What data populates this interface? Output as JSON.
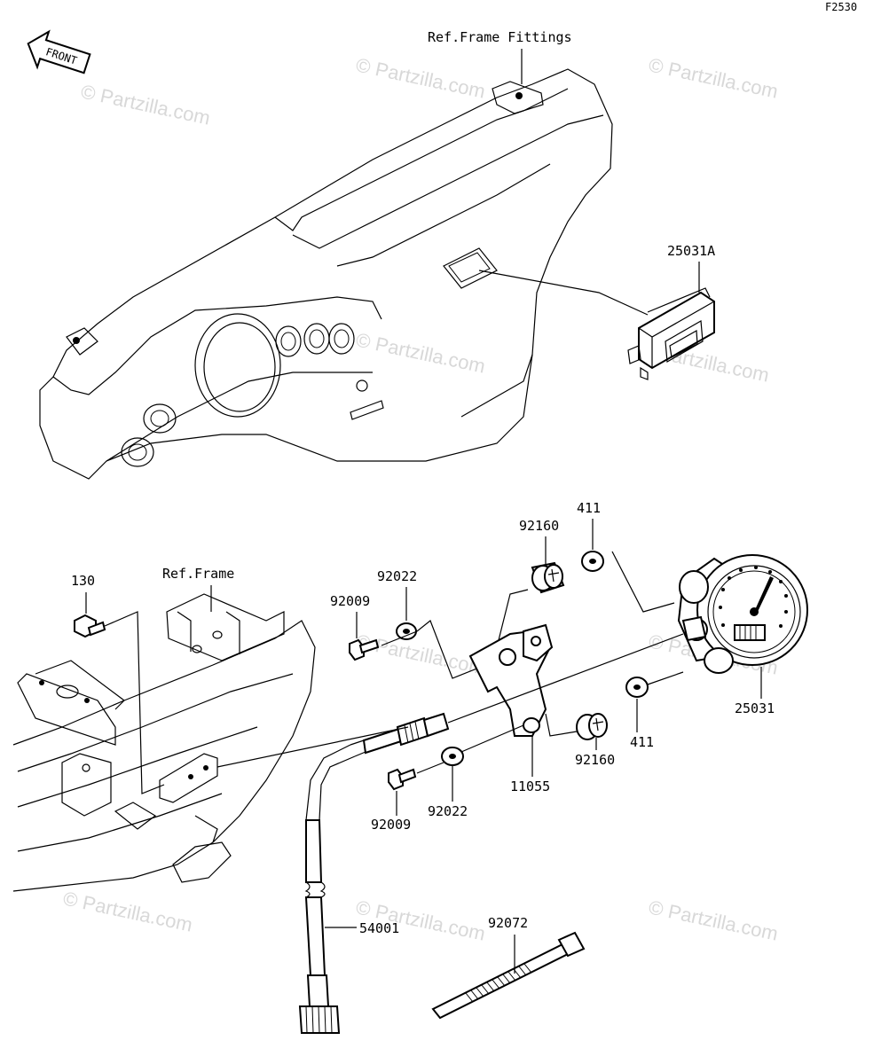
{
  "figure_code": "F2530",
  "front_arrow": "FRONT",
  "refs": {
    "frame_fittings": "Ref.Frame Fittings",
    "frame": "Ref.Frame"
  },
  "parts": {
    "p25031A": "25031A",
    "p130": "130",
    "p92009_top": "92009",
    "p92022_top": "92022",
    "p92160_top": "92160",
    "p411_top": "411",
    "p25031": "25031",
    "p411_bot": "411",
    "p92160_bot": "92160",
    "p11055": "11055",
    "p92022_bot": "92022",
    "p92009_bot": "92009",
    "p54001": "54001",
    "p92072": "92072"
  },
  "watermark": "© Partzilla.com"
}
